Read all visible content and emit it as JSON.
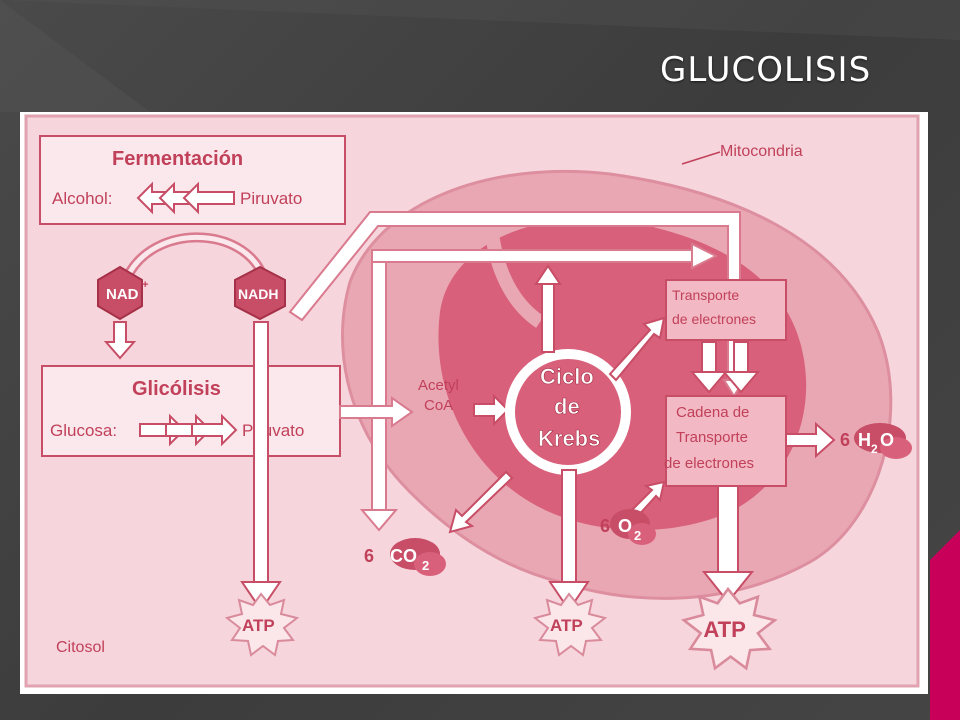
{
  "slide": {
    "title": "GLUCOLISIS"
  },
  "diagram": {
    "fermentation": {
      "title": "Fermentación",
      "alcohol": "Alcohol:",
      "pyruvate": "Piruvato"
    },
    "glycolysis": {
      "title": "Glicólisis",
      "glucose": "Glucosa:",
      "pyruvate": "Piruvato"
    },
    "mitochondria_label": "Mitocondria",
    "nad_plus": "NAD",
    "nad_plus_sup": "+",
    "nadh": "NADH",
    "acetyl_line1": "Acetyl",
    "acetyl_line2": "CoA",
    "krebs_line1": "Ciclo",
    "krebs_line2": "de",
    "krebs_line3": "Krebs",
    "transport_line1": "Transporte",
    "transport_line2": "de electrones",
    "chain_line1": "Cadena de",
    "chain_line2": "Transporte",
    "chain_line3": "de electrones",
    "co2_coef": "6",
    "co2_main": "CO",
    "co2_sub": "2",
    "o2_coef": "6",
    "o2_main": "O",
    "o2_sub": "2",
    "h2o_coef": "6",
    "h2o_h": "H",
    "h2o_sub": "2",
    "h2o_o": "O",
    "atp": "ATP",
    "cytosol": "Citosol"
  },
  "colors": {
    "pink_light": "#f5d3d9",
    "pink_mid": "#e7a8b4",
    "pink_dark": "#c84d66",
    "pink_deep": "#b8334f",
    "text_pink": "#c1405a",
    "accent": "#c8005a"
  }
}
